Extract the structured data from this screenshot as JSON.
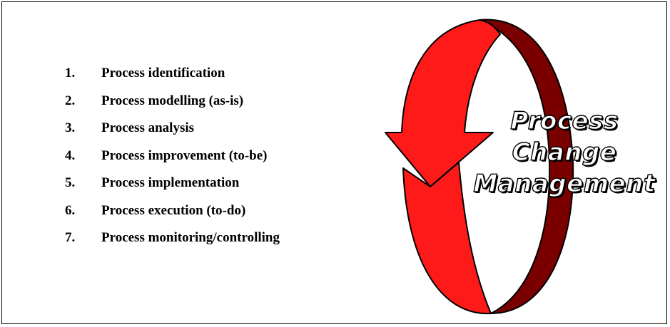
{
  "steps": [
    {
      "number": "1.",
      "label": "Process identification"
    },
    {
      "number": "2.",
      "label": "Process modelling (as-is)"
    },
    {
      "number": "3.",
      "label": "Process analysis"
    },
    {
      "number": "4.",
      "label": "Process improvement (to-be)"
    },
    {
      "number": "5.",
      "label": "Process implementation"
    },
    {
      "number": "6.",
      "label": "Process execution (to-do)"
    },
    {
      "number": "7.",
      "label": "Process monitoring/controlling"
    }
  ],
  "cycle": {
    "title_lines": "Process\nChange\nManagement",
    "colors": {
      "front_band": "#ff1a1a",
      "back_band": "#7a0000",
      "outline": "#000000",
      "title_fill": "#ffffff"
    }
  }
}
